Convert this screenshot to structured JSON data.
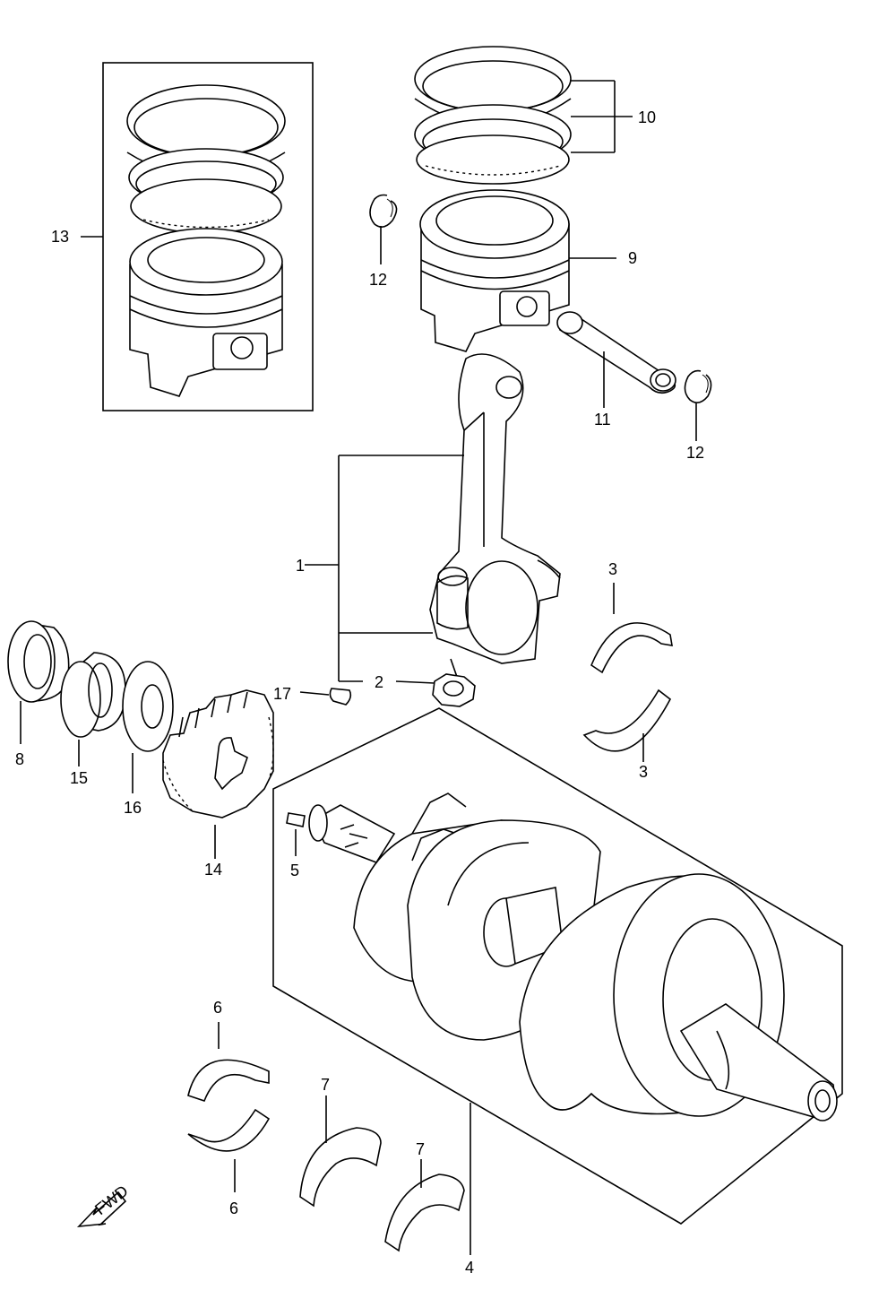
{
  "callouts": {
    "c1": "1",
    "c2": "2",
    "c3a": "3",
    "c3b": "3",
    "c4": "4",
    "c5": "5",
    "c6a": "6",
    "c6b": "6",
    "c7a": "7",
    "c7b": "7",
    "c8": "8",
    "c9": "9",
    "c10": "10",
    "c11": "11",
    "c12a": "12",
    "c12b": "12",
    "c13": "13",
    "c14": "14",
    "c15": "15",
    "c16": "16",
    "c17": "17"
  },
  "fwd_label": "FWD"
}
